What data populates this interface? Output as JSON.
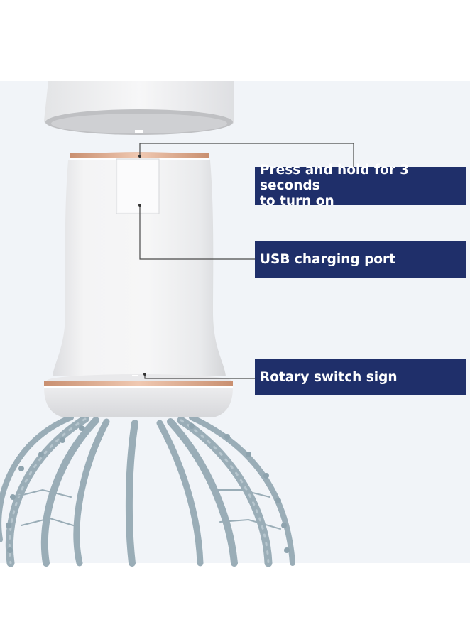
{
  "callouts": {
    "power_button": "Press and hold for 3 seconds\nto turn on",
    "usb_port": "USB charging port",
    "rotary_sign": "Rotary switch sign"
  },
  "colors": {
    "label_background": "#1f2f6a",
    "label_text": "#ffffff",
    "panel_background": "#f1f4f8",
    "rose_gold_ring": "#d8a58a",
    "body_white": "#f3f3f4",
    "prong_gray": "#9aadb7"
  }
}
